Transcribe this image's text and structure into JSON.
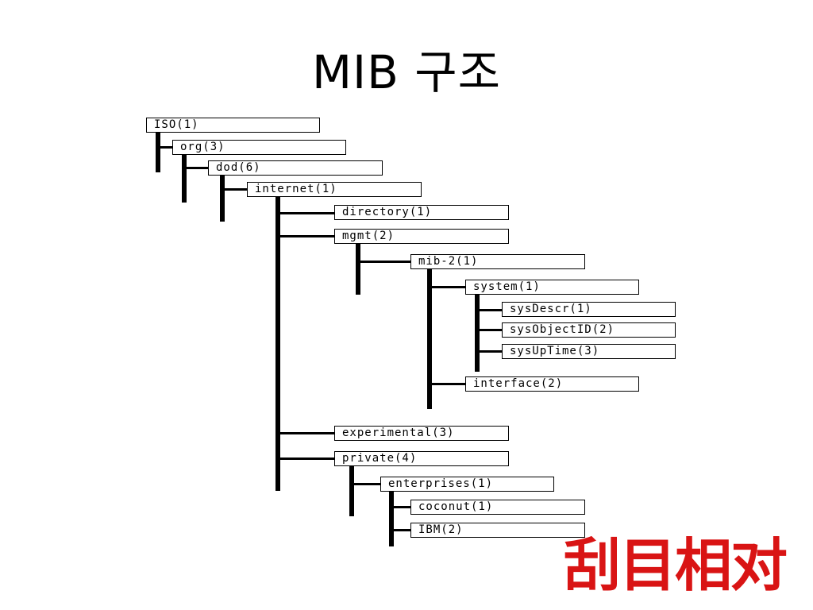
{
  "title": "MIB 구조",
  "tree": {
    "iso": "ISO(1)",
    "org": "org(3)",
    "dod": "dod(6)",
    "internet": "internet(1)",
    "directory": "directory(1)",
    "mgmt": "mgmt(2)",
    "mib2": "mib-2(1)",
    "system": "system(1)",
    "sysDescr": "sysDescr(1)",
    "sysObjectID": "sysObjectID(2)",
    "sysUpTime": "sysUpTime(3)",
    "interface": "interface(2)",
    "experimental": "experimental(3)",
    "private": "private(4)",
    "enterprises": "enterprises(1)",
    "coconut": "coconut(1)",
    "ibm": "IBM(2)"
  },
  "watermark": "刮目相对"
}
